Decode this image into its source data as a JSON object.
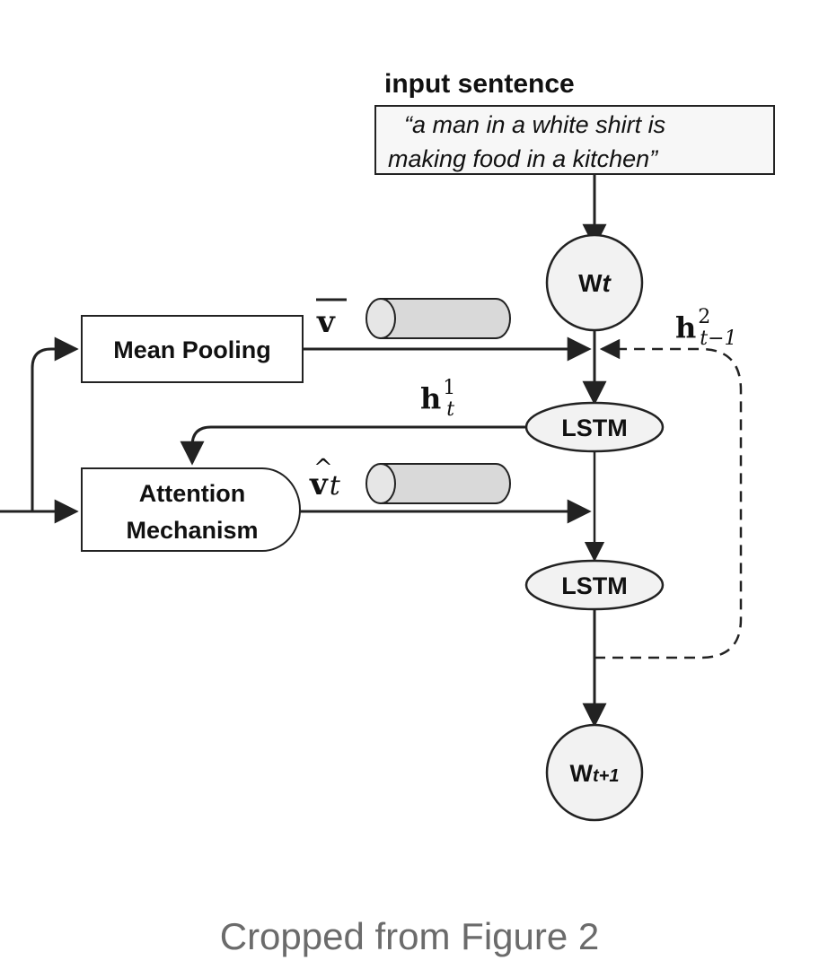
{
  "input": {
    "title": "input sentence",
    "line1": "“a man in a white shirt is",
    "line2": "making food in a kitchen”"
  },
  "nodes": {
    "wt_main": "W",
    "wt_sub": "t",
    "wt1_main": "W",
    "wt1_sub": "t+1",
    "lstm1": "LSTM",
    "lstm2": "LSTM"
  },
  "boxes": {
    "mean_pooling": "Mean Pooling",
    "attention_line1": "Attention",
    "attention_line2": "Mechanism"
  },
  "labels": {
    "v_bar": "v",
    "v_hat": "v",
    "v_hat_sub": "t",
    "h1": "h",
    "h1_sup": "1",
    "h1_sub": "t",
    "h2": "h",
    "h2_sup": "2",
    "h2_sub": "t−1"
  },
  "caption": "Cropped from Figure 2",
  "colors": {
    "stroke": "#222222",
    "node_fill": "#f2f2f2",
    "cylinder_fill": "#d9d9d9",
    "caption": "#6b6b6b"
  }
}
